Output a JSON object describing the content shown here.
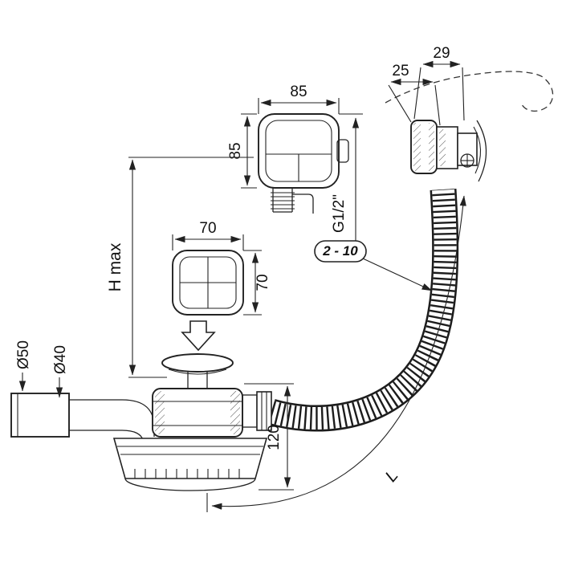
{
  "diagram": {
    "type": "technical-drawing",
    "colors": {
      "line": "#222222",
      "background": "#ffffff"
    },
    "labels": {
      "overflow_width": "29",
      "overflow_depth": "25",
      "control_width": "85",
      "control_height": "85",
      "thread_size": "G1/2\"",
      "clamp_range": "2 - 10",
      "plate_width": "70",
      "plate_height": "70",
      "height_max": "H max",
      "pipe_outer_diameter": "Ø50",
      "pipe_inner_diameter": "Ø40",
      "drain_height": "120",
      "hose_length": "L"
    }
  }
}
